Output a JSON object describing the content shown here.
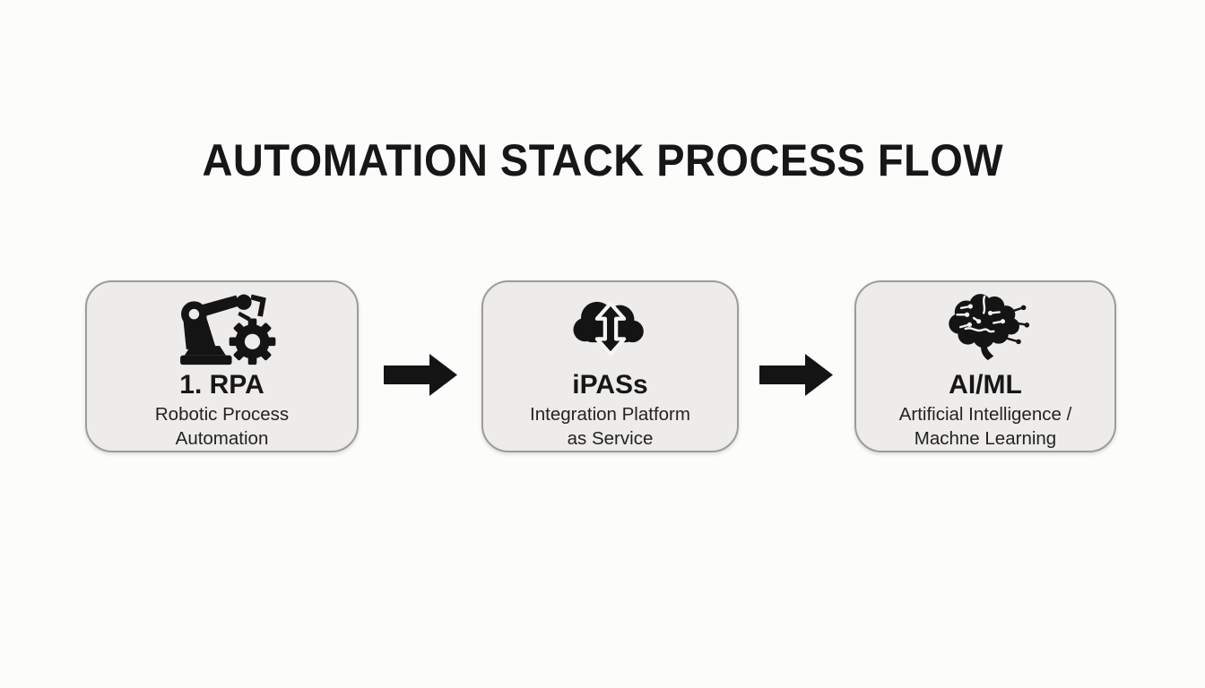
{
  "page": {
    "title": "AUTOMATION STACK PROCESS FLOW",
    "background_color": "#fcfcfb",
    "ink_color": "#171717"
  },
  "flow": {
    "box_fill_color": "#edecea",
    "box_border_color": "#9c9c9a",
    "connector_icon": "arrow-right-icon",
    "steps": [
      {
        "icon": "robot-arm-gear-icon",
        "heading": "1. RPA",
        "subtitle_line1": "Robotic Process",
        "subtitle_line2": "Automation"
      },
      {
        "icon": "cloud-sync-icon",
        "heading": "iPASs",
        "subtitle_line1": "Integration Platform",
        "subtitle_line2": "as Service"
      },
      {
        "icon": "brain-circuit-icon",
        "heading": "AI/ML",
        "subtitle_line1": "Artificial Intelligence /",
        "subtitle_line2": "Machne Learning"
      }
    ]
  }
}
